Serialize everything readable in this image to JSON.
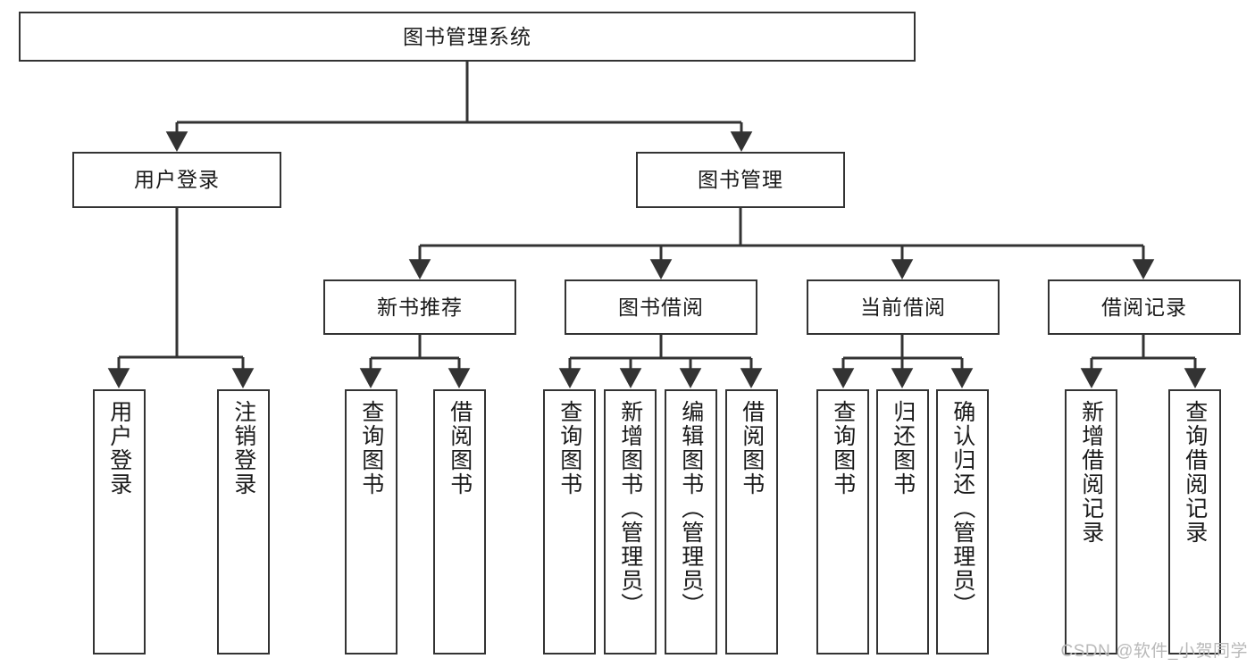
{
  "diagram": {
    "type": "tree-hierarchy-chart",
    "title": "图书管理系统",
    "line_color": "#333333",
    "box_fill": "#ffffff",
    "text_color": "#1a1a1a",
    "root": {
      "label": "图书管理系统"
    },
    "level2": [
      {
        "label": "用户登录"
      },
      {
        "label": "图书管理"
      }
    ],
    "level3": [
      {
        "label": "新书推荐"
      },
      {
        "label": "图书借阅"
      },
      {
        "label": "当前借阅"
      },
      {
        "label": "借阅记录"
      }
    ],
    "leaves": {
      "user_login": [
        {
          "label": "用户登录"
        },
        {
          "label": "注销登录"
        }
      ],
      "new_book": [
        {
          "label": "查询图书"
        },
        {
          "label": "借阅图书"
        }
      ],
      "borrow_book": [
        {
          "label": "查询图书"
        },
        {
          "label": "新增图书（管理员）"
        },
        {
          "label": "编辑图书（管理员）"
        },
        {
          "label": "借阅图书"
        }
      ],
      "current_borrow": [
        {
          "label": "查询图书"
        },
        {
          "label": "归还图书"
        },
        {
          "label": "确认归还（管理员）"
        }
      ],
      "borrow_record": [
        {
          "label": "新增借阅记录"
        },
        {
          "label": "查询借阅记录"
        }
      ]
    }
  },
  "watermark": {
    "text": "CSDN @软件_小贺同学"
  }
}
